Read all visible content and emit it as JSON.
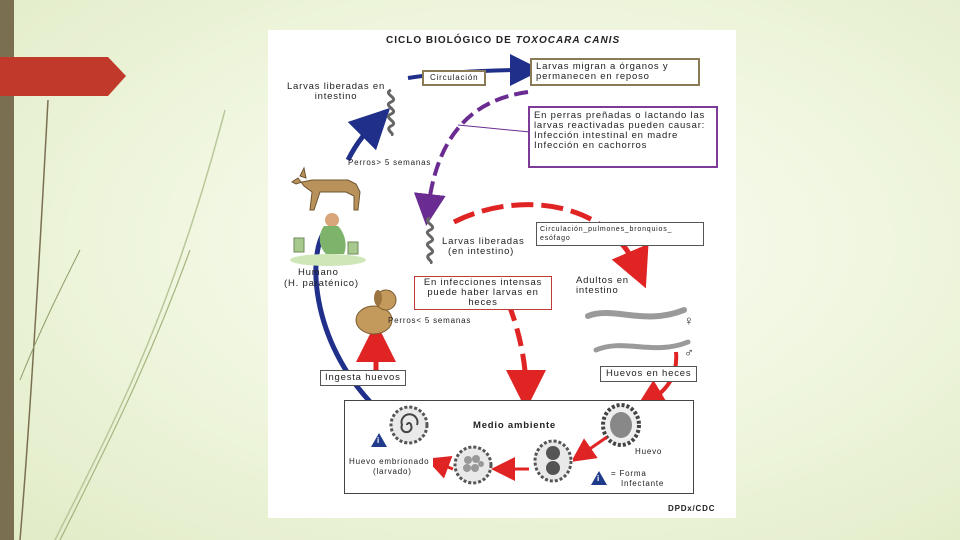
{
  "slide": {
    "accent_color": "#c0392b",
    "bar_color": "#7b6f52"
  },
  "diagram": {
    "title_prefix": "CICLO BIOLÓGICO DE ",
    "title_species": "TOXOCARA CANIS",
    "labels": {
      "larvas_liberadas_intestino": "Larvas liberadas en intestino",
      "circulacion": "Circulación",
      "larvas_migran": "Larvas migran a órganos y permanecen en reposo",
      "perras_prenadas": "En perras preñadas o lactando las larvas reactivadas pueden causar:",
      "infeccion_madre": "Infección intestinal en madre",
      "infeccion_cachorros": "Infección en cachorros",
      "perros_mas_5": "Perros> 5 semanas",
      "humano": "Humano",
      "h_paratenico": "(H. paraténico)",
      "larvas_liberadas_2a": "Larvas liberadas",
      "larvas_liberadas_2b": "(en intestino)",
      "circulacion_pulmones": "Circulación_pulmones_bronquios_ esófago",
      "infecciones_intensas": "En infecciones intensas puede haber larvas en heces",
      "adultos_intestino_a": "Adultos en",
      "adultos_intestino_b": "intestino",
      "perros_menos_5": "Perros< 5 semanas",
      "huevos_heces": "Huevos en heces",
      "ingesta_huevos": "Ingesta huevos",
      "medio_ambiente": "Medio ambiente",
      "huevo": "Huevo",
      "huevo_embrionado_a": "Huevo embrionado",
      "huevo_embrionado_b": "(larvado)",
      "forma_infectante_a": "= Forma",
      "forma_infectante_b": "Infectante",
      "female_symbol": "♀",
      "male_symbol": "♂",
      "info_glyph": "i",
      "credit": "DPDx/CDC"
    },
    "colors": {
      "red": "#e02424",
      "blue": "#1f2f8a",
      "purple": "#6b2c91",
      "brown": "#8a7a55"
    }
  }
}
